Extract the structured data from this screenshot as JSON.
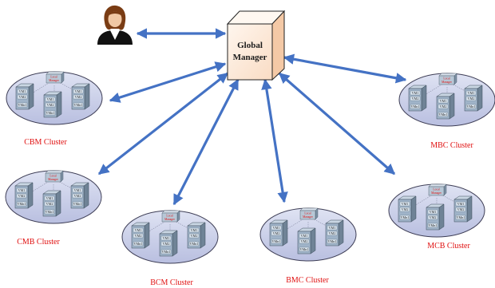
{
  "global_manager": {
    "label_line1": "Global",
    "label_line2": "Manager"
  },
  "cluster_inner": {
    "local_manager_line1": "Local",
    "local_manager_line2": "Manager",
    "vm1": "VM1",
    "vm2": "VM2",
    "vmn": "VMn1"
  },
  "clusters": [
    {
      "id": "cbm",
      "label": "CBM Cluster"
    },
    {
      "id": "cmb",
      "label": "CMB Cluster"
    },
    {
      "id": "bcm",
      "label": "BCM Cluster"
    },
    {
      "id": "bmc",
      "label": "BMC Cluster"
    },
    {
      "id": "mcb",
      "label": "MCB Cluster"
    },
    {
      "id": "mbc",
      "label": "MBC Cluster"
    }
  ],
  "colors": {
    "arrow": "#4472c4",
    "label": "#e01010",
    "cluster_fill": "#c8cde8",
    "server_front": "#9fb3c8",
    "cube_front": "#fde9d9"
  }
}
